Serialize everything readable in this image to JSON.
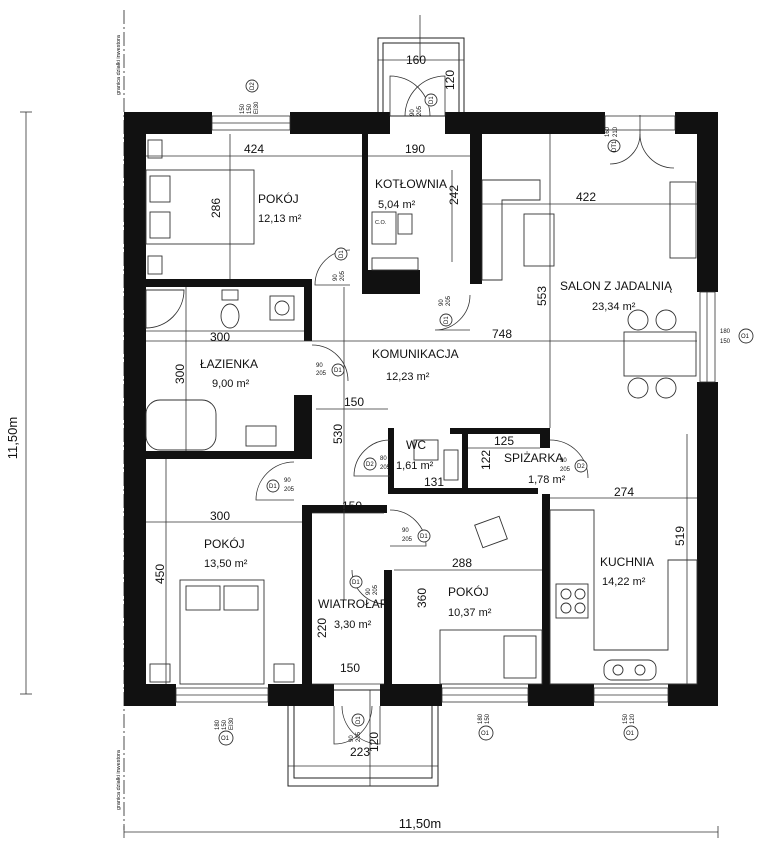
{
  "overall": {
    "width_label": "11,50m",
    "height_label": "11,50m",
    "boundary_label": "granica działki inwestora"
  },
  "rooms": [
    {
      "id": "pokoj1",
      "name": "POKÓJ",
      "area": "12,13 m²"
    },
    {
      "id": "kotlownia",
      "name": "KOTŁOWNIA",
      "area": "5,04 m²"
    },
    {
      "id": "salon",
      "name": "SALON Z JADALNIĄ",
      "area": "23,34 m²"
    },
    {
      "id": "lazienka",
      "name": "ŁAZIENKA",
      "area": "9,00 m²"
    },
    {
      "id": "komunikacja",
      "name": "KOMUNIKACJA",
      "area": "12,23 m²"
    },
    {
      "id": "wc",
      "name": "WC",
      "area": "1,61 m²"
    },
    {
      "id": "spizarka",
      "name": "SPIŻARKA",
      "area": "1,78 m²"
    },
    {
      "id": "pokoj2",
      "name": "POKÓJ",
      "area": "13,50 m²"
    },
    {
      "id": "pokoj3",
      "name": "POKÓJ",
      "area": "10,37 m²"
    },
    {
      "id": "kuchnia",
      "name": "KUCHNIA",
      "area": "14,22 m²"
    },
    {
      "id": "wiatrolap",
      "name": "WIATROŁAP",
      "area": "3,30 m²"
    }
  ],
  "dims": {
    "d424": "424",
    "d286": "286",
    "d190": "190",
    "d242": "242",
    "d422": "422",
    "d553": "553",
    "d748": "748",
    "d300a": "300",
    "d300b": "300",
    "d150a": "150",
    "d530": "530",
    "d125": "125",
    "d122": "122",
    "d131": "131",
    "d274": "274",
    "d519": "519",
    "d300c": "300",
    "d450": "450",
    "d150b": "150",
    "d288": "288",
    "d360": "360",
    "d220": "220",
    "d150c": "150",
    "d160": "160",
    "d120a": "120",
    "d223": "223",
    "d120b": "120"
  },
  "labels": {
    "d1": "D1",
    "d2": "D2",
    "o1": "O1",
    "dt1": "DT1",
    "s90": "90",
    "s205": "205",
    "s80": "80",
    "s150": "150",
    "s180": "180",
    "s210": "210",
    "s160": "160",
    "s120": "120",
    "ei30": "EI30",
    "co": "C.O."
  }
}
